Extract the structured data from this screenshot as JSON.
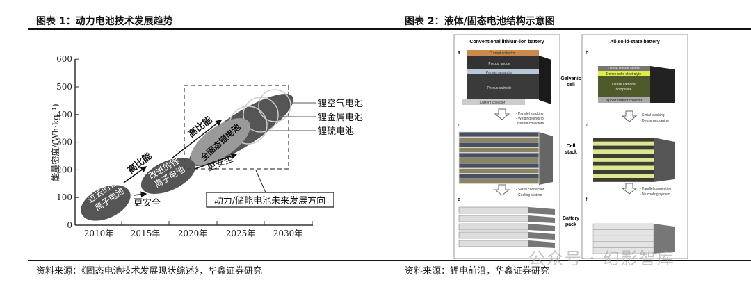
{
  "fig1": {
    "title": "图表 1：动力电池技术发展趋势",
    "source": "资料来源：《固态电池技术发展现状综述》，华鑫证券研究",
    "ylabel": "能量密度/(Wh·kg⁻¹)",
    "yticks": [
      "0",
      "100",
      "200",
      "300",
      "400",
      "500",
      "600"
    ],
    "xticks": [
      "2010年",
      "2015年",
      "2020年",
      "2025年",
      "2030年"
    ],
    "ellipse_old": [
      "过去的锂",
      "离子电池"
    ],
    "ellipse_improved": [
      "改进的锂",
      "离子电池"
    ],
    "ellipse_solid": "全固态锂电池",
    "high_energy": "高比能",
    "safer": "更安全",
    "future_label": "动力/储能电池未来发展方向",
    "legend": [
      "锂空气电池",
      "锂金属电池",
      "锂硫电池"
    ]
  },
  "fig2": {
    "title": "图表 2：液体/固态电池结构示意图",
    "source": "资料来源：锂电前沿，华鑫证券研究",
    "left_title": "Conventional lithium-ion battery",
    "right_title": "All-solid-state battery",
    "panels": [
      "a",
      "b",
      "c",
      "d",
      "e",
      "f"
    ],
    "left_layers": [
      "Current collector",
      "Porous anode",
      "Porous separator",
      "Porous cathode",
      "Current collector"
    ],
    "right_layers": [
      "Dense lithium anode",
      "Dense solid electrolyte",
      "Dense cathode",
      "composite",
      "Bipolar current collector"
    ],
    "row_labels": [
      [
        "Galvanic",
        "cell"
      ],
      [
        "Cell",
        "stack"
      ],
      [
        "Battery",
        "pack"
      ]
    ],
    "left_notes1": [
      "- Parallel stacking",
      "- Welding joints for",
      "  current collectors"
    ],
    "right_notes1": [
      "- Serial stacking",
      "- Dense packaging"
    ],
    "left_notes2": [
      "- Serial connection",
      "- Cooling system"
    ],
    "right_notes2": [
      "- Parallel connection",
      "- No cooling system"
    ]
  },
  "watermark": "公众号 · 幻影智库"
}
